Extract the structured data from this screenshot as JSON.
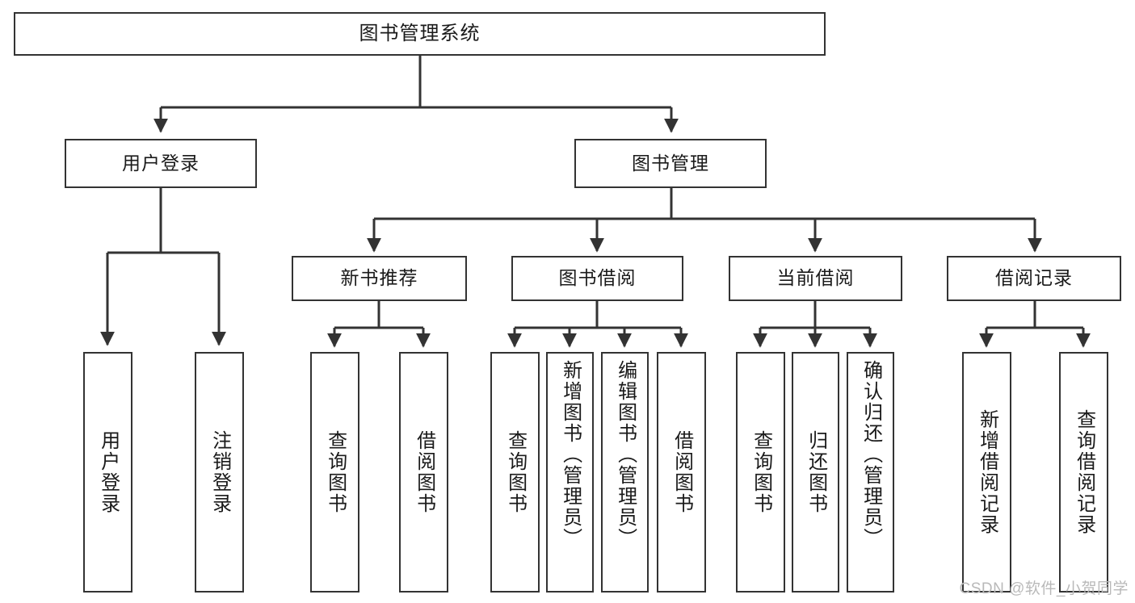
{
  "diagram": {
    "title": "图书管理系统",
    "watermark": "CSDN @软件_小贺同学",
    "colors": {
      "box_border": "#333333",
      "box_fill": "#ffffff",
      "edge": "#333333",
      "text": "#1a1a1a",
      "watermark": "#b9b9b9",
      "background": "#ffffff"
    },
    "levels": {
      "root": "图书管理系统",
      "level1": [
        "用户登录",
        "图书管理"
      ],
      "level2": [
        "新书推荐",
        "图书借阅",
        "当前借阅",
        "借阅记录"
      ]
    },
    "nodes": {
      "root": {
        "label": "图书管理系统"
      },
      "user_login": {
        "label": "用户登录"
      },
      "book_manage": {
        "label": "图书管理"
      },
      "new_book_rec": {
        "label": "新书推荐"
      },
      "book_borrow": {
        "label": "图书借阅"
      },
      "current_borrow": {
        "label": "当前借阅"
      },
      "borrow_record": {
        "label": "借阅记录"
      },
      "leaf_user_login": {
        "label": "用户登录"
      },
      "leaf_logout": {
        "label": "注销登录"
      },
      "leaf_query_book_1": {
        "label": "查询图书"
      },
      "leaf_borrow_book_1": {
        "label": "借阅图书"
      },
      "leaf_query_book_2": {
        "label": "查询图书"
      },
      "leaf_add_book": {
        "label": "新增图书（管理员）"
      },
      "leaf_edit_book": {
        "label": "编辑图书（管理员）"
      },
      "leaf_borrow_book_2": {
        "label": "借阅图书"
      },
      "leaf_query_book_3": {
        "label": "查询图书"
      },
      "leaf_return_book": {
        "label": "归还图书"
      },
      "leaf_confirm_return": {
        "label": "确认归还（管理员）"
      },
      "leaf_add_record": {
        "label": "新增借阅记录"
      },
      "leaf_query_record": {
        "label": "查询借阅记录"
      }
    }
  }
}
